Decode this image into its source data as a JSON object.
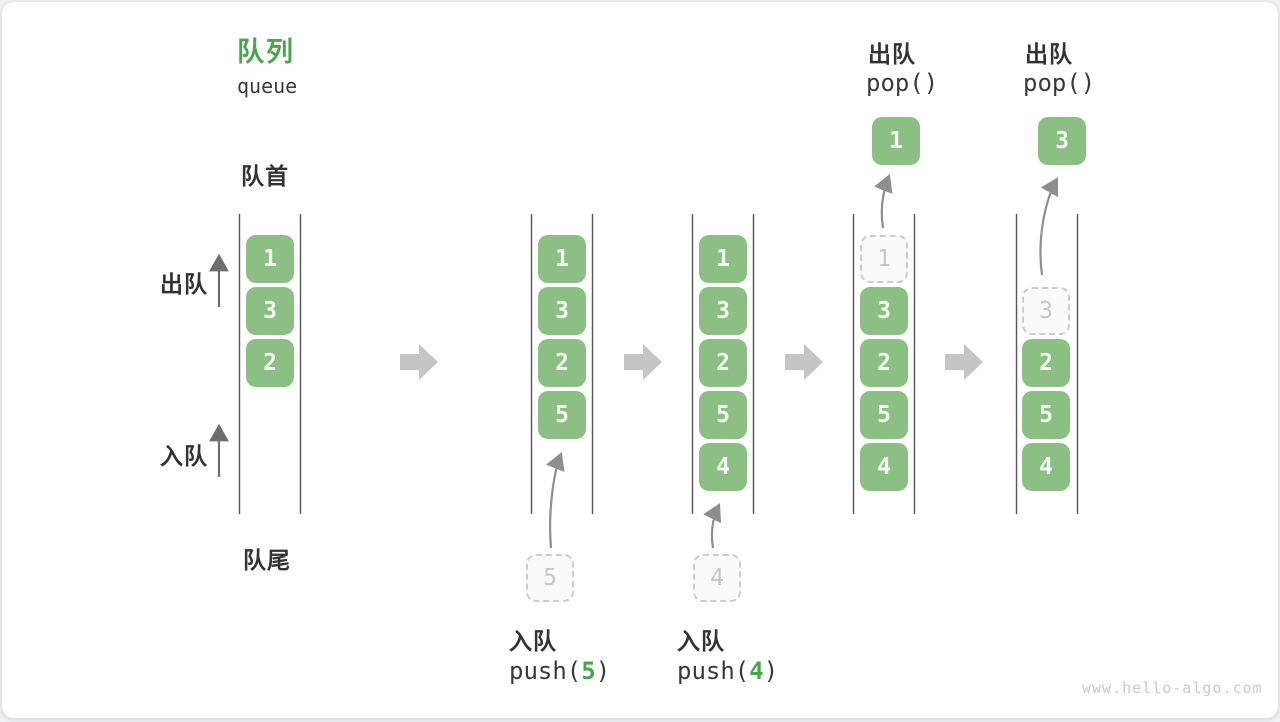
{
  "colors": {
    "accent_green": "#4AA54F",
    "cell_green": "#8CBF83",
    "text_dark": "#3A3A3A",
    "flow_arrow_gray": "#C5C5C5",
    "ghost_gray": "#CCCCCC"
  },
  "header": {
    "title_zh": "队列",
    "title_en": "queue"
  },
  "side": {
    "front": "队首",
    "rear": "队尾",
    "dequeue": "出队",
    "enqueue": "入队"
  },
  "operations": {
    "push5": {
      "label": "入队",
      "code_pre": "push(",
      "code_arg": "5",
      "code_post": ")"
    },
    "push4": {
      "label": "入队",
      "code_pre": "push(",
      "code_arg": "4",
      "code_post": ")"
    },
    "pop1": {
      "label": "出队",
      "code": "pop()"
    },
    "pop2": {
      "label": "出队",
      "code": "pop()"
    }
  },
  "states": {
    "s1": {
      "b1": "1",
      "b2": "3",
      "b3": "2"
    },
    "s2": {
      "b1": "1",
      "b2": "3",
      "b3": "2",
      "b4": "5",
      "pending": "5"
    },
    "s3": {
      "b1": "1",
      "b2": "3",
      "b3": "2",
      "b4": "5",
      "b5": "4",
      "pending": "4"
    },
    "s4": {
      "ghost": "1",
      "b2": "3",
      "b3": "2",
      "b4": "5",
      "b5": "4",
      "popped": "1"
    },
    "s5": {
      "ghost": "3",
      "b3": "2",
      "b4": "5",
      "b5": "4",
      "popped": "3"
    }
  },
  "watermark": "www.hello-algo.com"
}
